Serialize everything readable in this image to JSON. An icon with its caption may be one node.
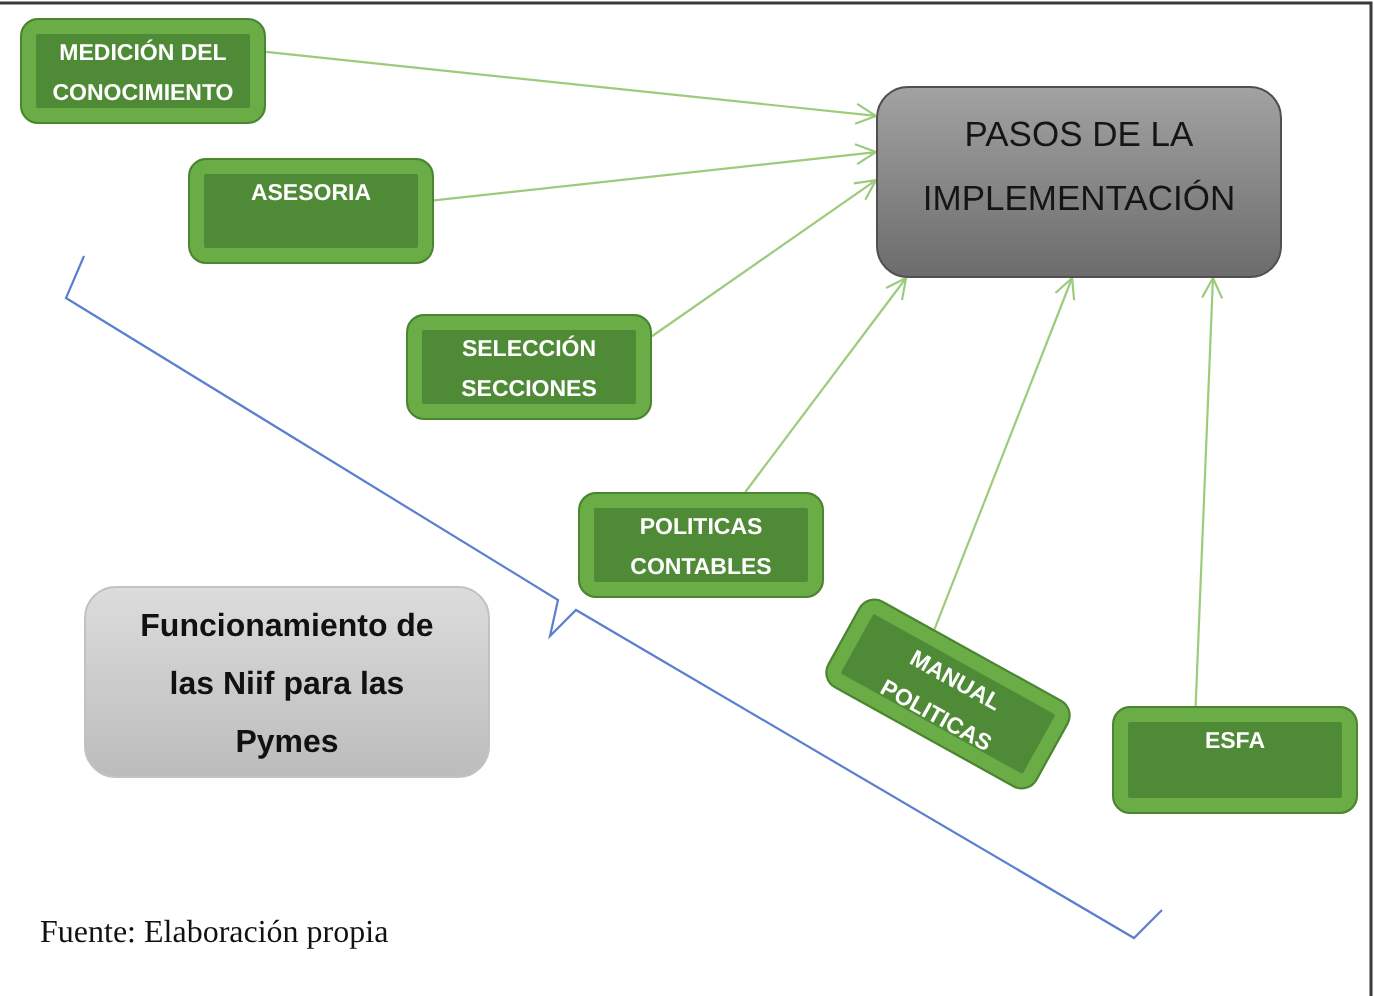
{
  "diagram": {
    "caption": "Fuente: Elaboración propia",
    "nodes": [
      {
        "text": [
          "MEDICIÓN DEL CONOCIMIENTO"
        ]
      },
      {
        "text": [
          "PASOS DE LA IMPLEMENTACIÓN"
        ]
      },
      {
        "text": [
          "ASESORIA"
        ]
      },
      {
        "text": [
          "SELECCIÓN SECCIONES"
        ]
      },
      {
        "text": [
          "POLITICAS CONTABLES"
        ]
      },
      {
        "text": [
          "Funcionamiento de las Niif para las Pymes"
        ]
      },
      {
        "text": [
          "MANUAL POLITICAS"
        ]
      },
      {
        "text": [
          "ESFA"
        ]
      }
    ],
    "edges": [
      {
        "from": 0,
        "to": 1,
        "arrow": "to"
      },
      {
        "from": 2,
        "to": 1,
        "arrow": "to"
      },
      {
        "from": 3,
        "to": 1,
        "arrow": "to"
      },
      {
        "from": 4,
        "to": 1,
        "arrow": "to"
      },
      {
        "from": 6,
        "to": 1,
        "arrow": "to"
      },
      {
        "from": 7,
        "to": 1,
        "arrow": "to"
      }
    ]
  }
}
